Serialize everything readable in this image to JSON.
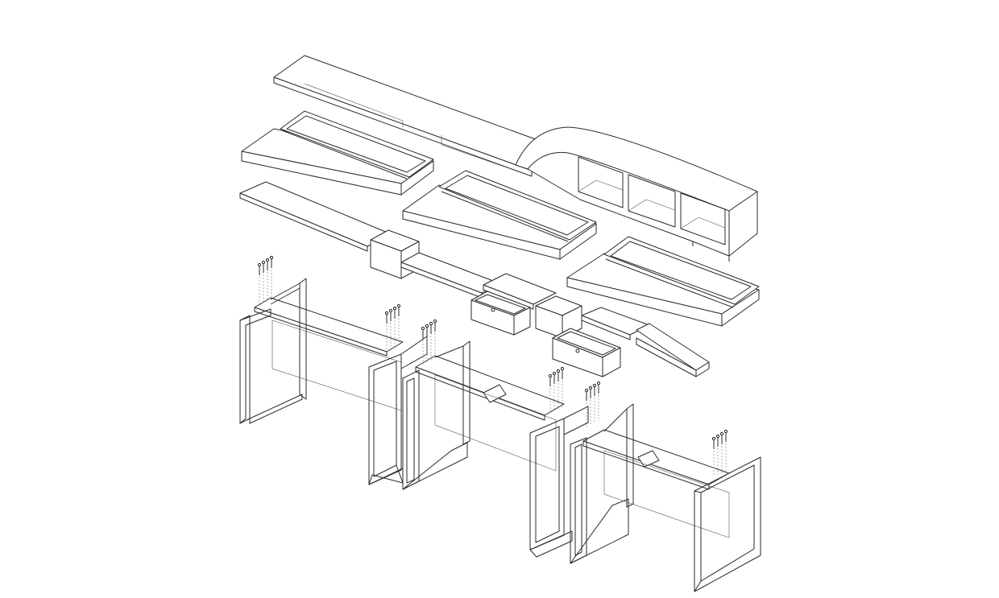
{
  "diagram": {
    "background": "#ffffff",
    "line_color": "#2a2a2a",
    "parts": [
      "top-shelf-unit",
      "desk-top-left",
      "desk-top-middle",
      "desk-top-right",
      "connector-rail",
      "drawer-left",
      "drawer-right",
      "desk-frame-left",
      "desk-frame-middle",
      "desk-frame-right",
      "screw-set"
    ]
  }
}
